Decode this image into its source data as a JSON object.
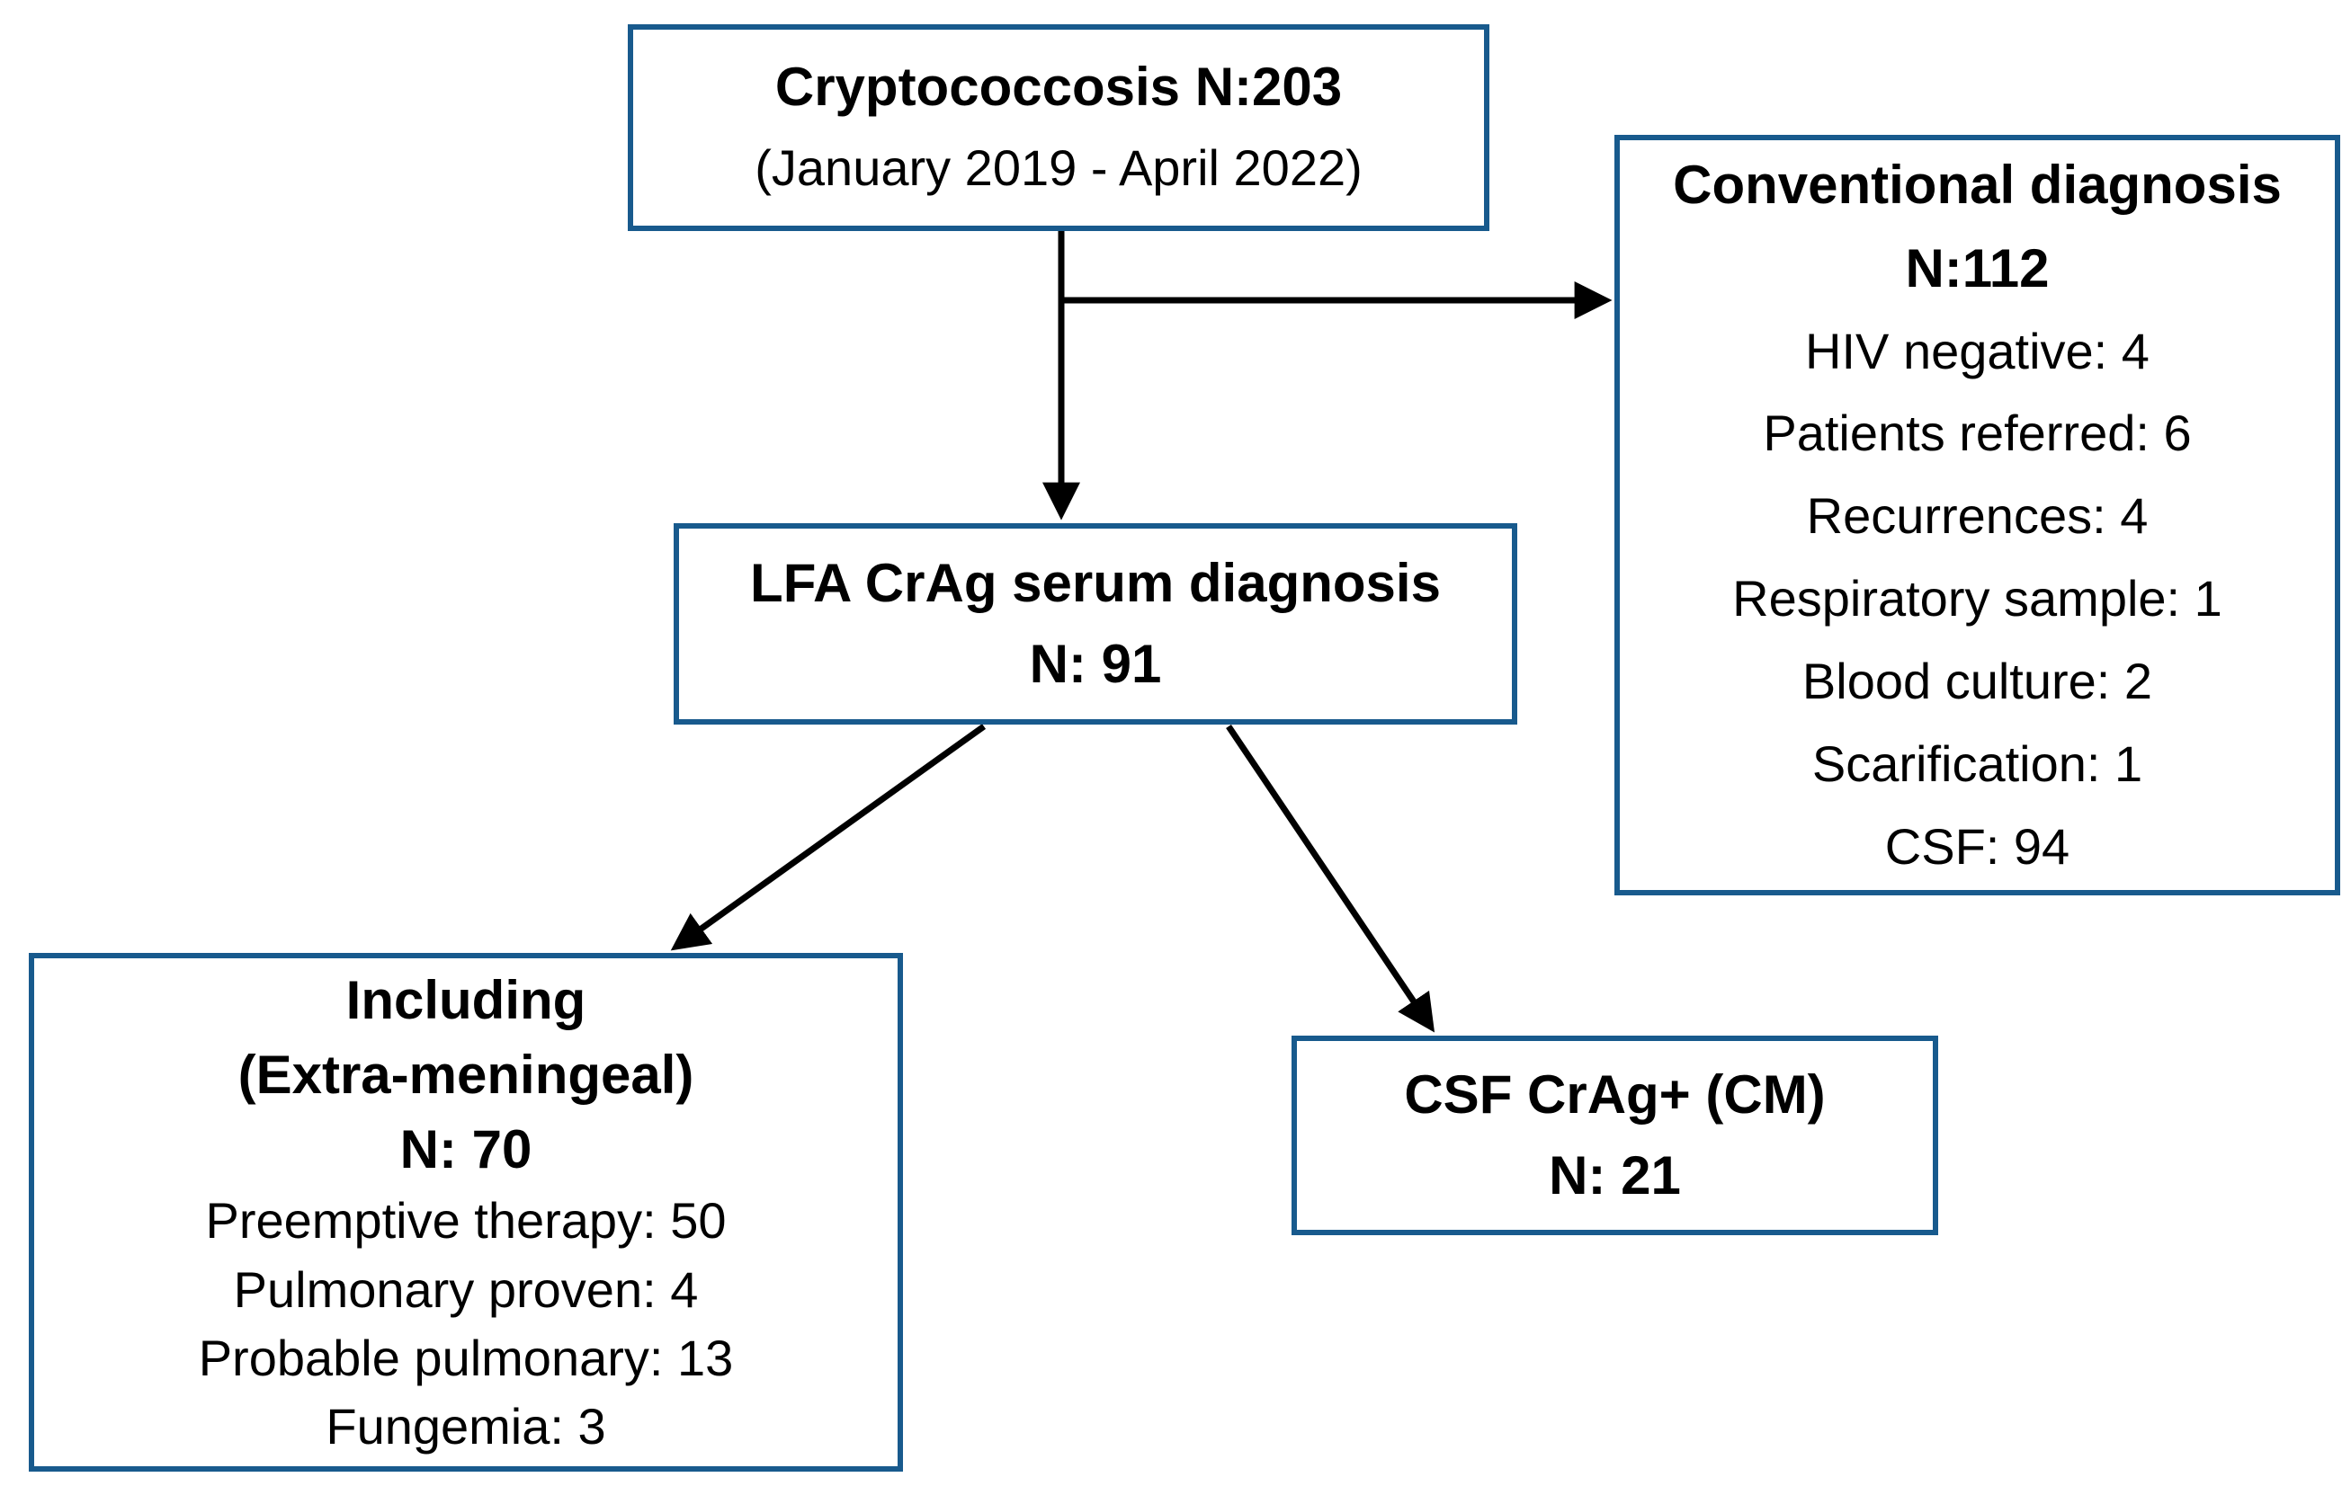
{
  "figure": {
    "type": "flowchart",
    "background": "#ffffff"
  },
  "colors": {
    "box_border": "#185a8d",
    "box_fill": "#ffffff",
    "arrow": "#000000",
    "text": "#000000"
  },
  "nodes": {
    "cryptococcosis": {
      "title": "Cryptococcosis N:203",
      "subtitle": "(January 2019 - April 2022)"
    },
    "conventional": {
      "title": "Conventional diagnosis",
      "n": "N:112",
      "items": [
        "HIV negative: 4",
        "Patients referred: 6",
        "Recurrences: 4",
        "Respiratory sample: 1",
        "Blood culture: 2",
        "Scarification: 1",
        "CSF: 94"
      ]
    },
    "lfa": {
      "title": "LFA CrAg serum diagnosis",
      "n": "N: 91"
    },
    "including": {
      "line1": "Including",
      "line2": "(Extra-meningeal)",
      "n": "N: 70",
      "items": [
        "Preemptive therapy: 50",
        "Pulmonary proven: 4",
        "Probable pulmonary: 13",
        "Fungemia: 3"
      ]
    },
    "csf_cm": {
      "title": "CSF CrAg+ (CM)",
      "n": "N: 21"
    }
  },
  "edges": [
    {
      "name": "cryptococcosis-to-lfa",
      "type": "arrow"
    },
    {
      "name": "cryptococcosis-to-conventional",
      "type": "arrow"
    },
    {
      "name": "lfa-to-including",
      "type": "arrow"
    },
    {
      "name": "lfa-to-csf-cm",
      "type": "arrow"
    }
  ]
}
